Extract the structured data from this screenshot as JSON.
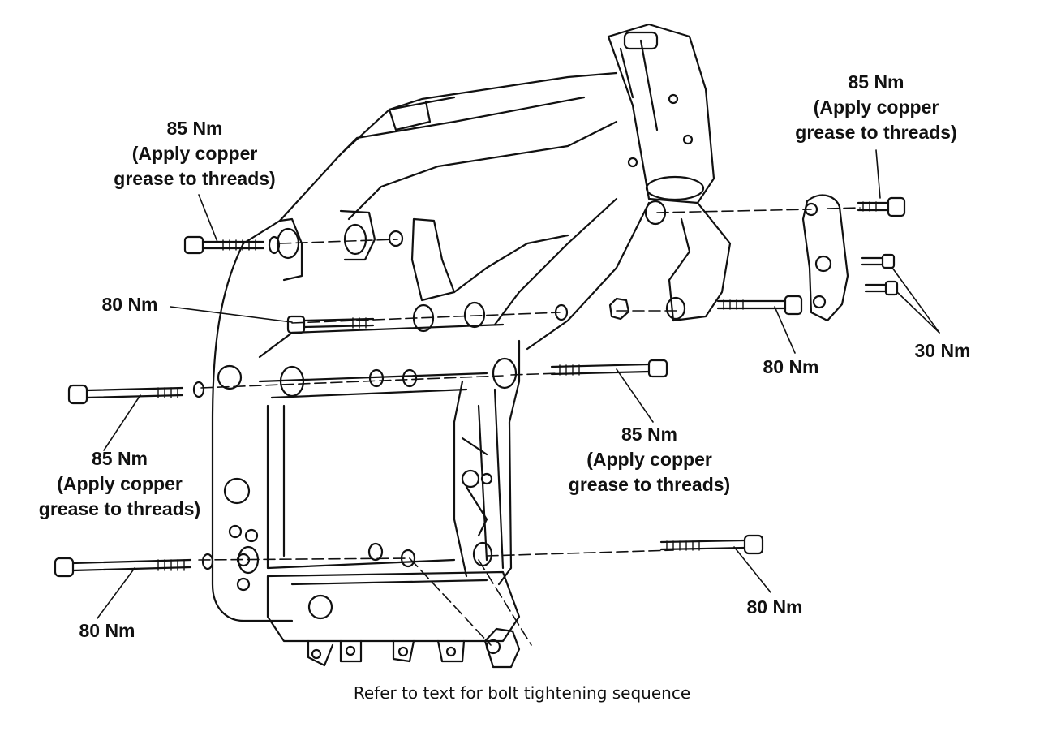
{
  "colors": {
    "ink": "#111111",
    "paper": "#ffffff"
  },
  "labels": {
    "top_left": [
      "85 Nm",
      "(Apply copper",
      "grease to threads)"
    ],
    "top_right": [
      "85 Nm",
      "(Apply copper",
      "grease to threads)"
    ],
    "upper_left_bolt": "80 Nm",
    "upper_right_bolt": "80 Nm",
    "side_bolts": "30 Nm",
    "mid_left": [
      "85 Nm",
      "(Apply copper",
      "grease to threads)"
    ],
    "mid_right": [
      "85 Nm",
      "(Apply copper",
      "grease to threads)"
    ],
    "bottom_left": "80 Nm",
    "bottom_right": "80 Nm"
  },
  "caption": "Refer to text for bolt tightening sequence"
}
